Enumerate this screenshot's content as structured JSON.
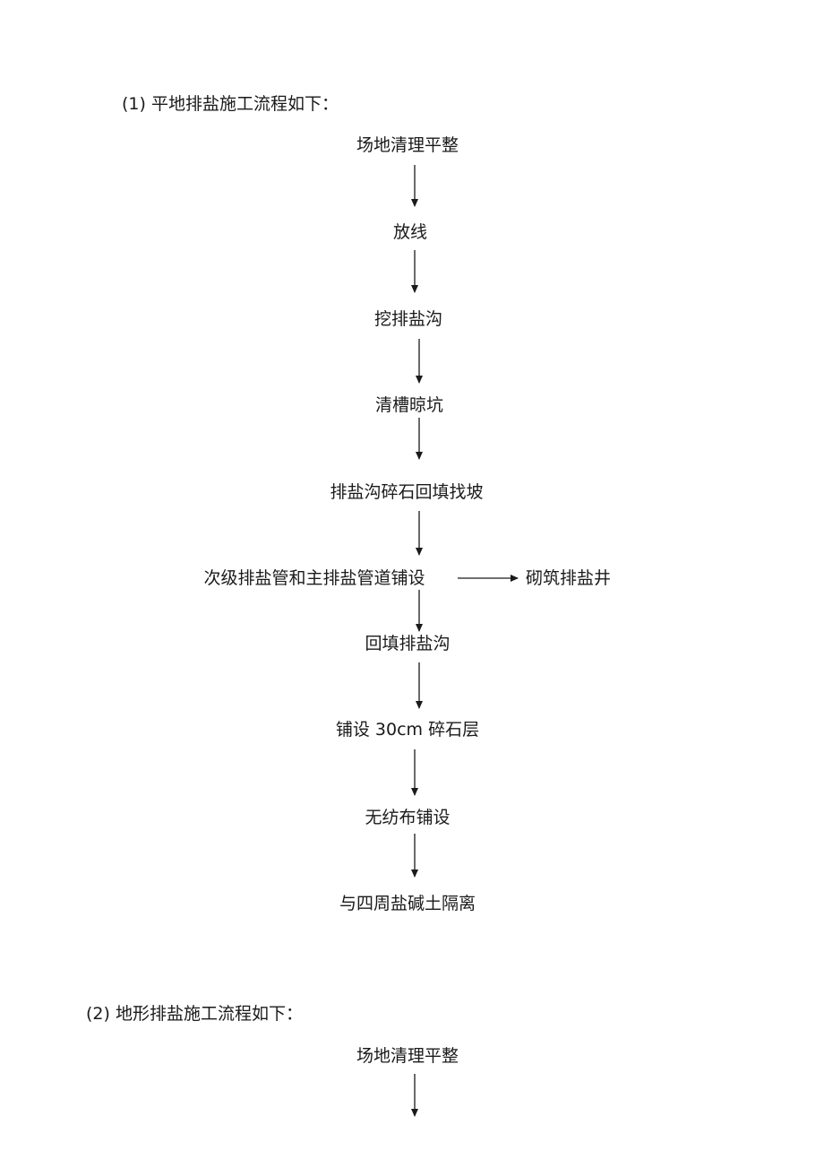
{
  "section1": {
    "heading": "(1) 平地排盐施工流程如下：",
    "steps": [
      "场地清理平整",
      "放线",
      "挖排盐沟",
      "清槽晾坑",
      "排盐沟碎石回填找坡",
      "次级排盐管和主排盐管道铺设",
      "回填排盐沟",
      "铺设 30cm 碎石层",
      "无纺布铺设",
      "与四周盐碱土隔离"
    ],
    "side_step": "砌筑排盐井"
  },
  "section2": {
    "heading": "(2) 地形排盐施工流程如下：",
    "steps": [
      "场地清理平整"
    ]
  }
}
